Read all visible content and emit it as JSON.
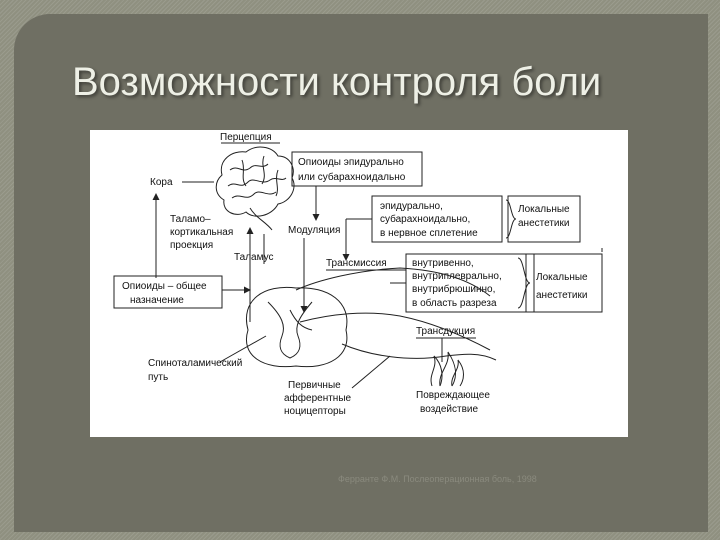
{
  "slide": {
    "title": "Возможности контроля боли",
    "caption": "Ферранте Ф.М.  Послеоперационная боль, 1998"
  },
  "diagram": {
    "perception": "Перцепция",
    "cortex": "Кора",
    "thalamocortical": [
      "Таламо–",
      "кортикальная",
      "проекция"
    ],
    "thalamus": "Таламус",
    "opioids_general": [
      "Опиоиды – общее",
      "назначение"
    ],
    "opioids_epidural": [
      "Опиоиды эпидурально",
      "или субарахноидально"
    ],
    "modulation": "Модуляция",
    "regional_routes": [
      "эпидурально,",
      "субарахноидально,",
      "в нервное сплетение"
    ],
    "local_anesthetics_1": [
      "Локальные",
      "анестетики"
    ],
    "transmission": "Трансмиссия",
    "infiltration_routes": [
      "внутривенно,",
      "внутриплеврально,",
      "внутрибрюшинно,",
      "в область разреза"
    ],
    "local_anesthetics_2": [
      "Локальные",
      "анестетики"
    ],
    "transduction": "Трансдукция",
    "spinothalamic": [
      "Спиноталамический",
      "путь"
    ],
    "primary_afferent": [
      "Первичные",
      "афферентные",
      "ноцицепторы"
    ],
    "noxious_stimulus": [
      "Повреждающее",
      "воздействие"
    ]
  }
}
